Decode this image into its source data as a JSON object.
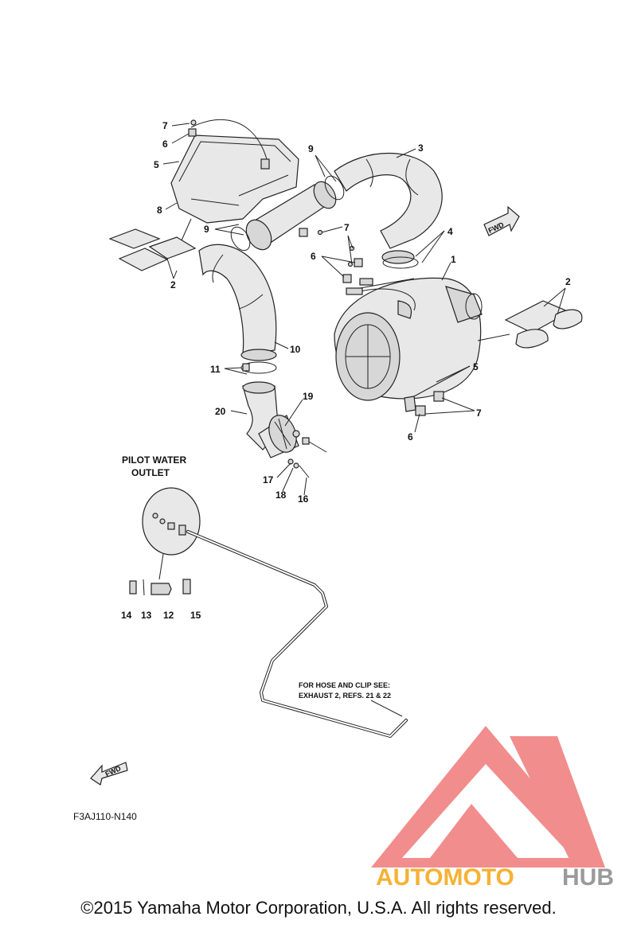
{
  "callouts": {
    "c1": "1",
    "c2a": "2",
    "c2b": "2",
    "c3": "3",
    "c4": "4",
    "c5a": "5",
    "c5b": "5",
    "c6a": "6",
    "c6b": "6",
    "c6c": "6",
    "c7a": "7",
    "c7b": "7",
    "c7c": "7",
    "c8": "8",
    "c9a": "9",
    "c9b": "9",
    "c10": "10",
    "c11": "11",
    "c12": "12",
    "c13": "13",
    "c14": "14",
    "c15": "15",
    "c16": "16",
    "c17": "17",
    "c18": "18",
    "c19": "19",
    "c20": "20"
  },
  "pilot_heading": {
    "line1": "PILOT WATER",
    "line2": "OUTLET"
  },
  "hose_note": {
    "line1": "FOR HOSE AND CLIP SEE:",
    "line2": "EXHAUST 2, REFS. 21 & 22"
  },
  "fwd_label": "FWD",
  "diagram_code": "F3AJ110-N140",
  "watermark": {
    "part1": "AUTOMOTO",
    "part2": "HUB"
  },
  "copyright": "©2015 Yamaha Motor Corporation, U.S.A. All rights reserved.",
  "colors": {
    "watermark_red": "#f07a7a",
    "watermark_orange": "#f6b233",
    "watermark_gray": "#9a9a9a"
  }
}
